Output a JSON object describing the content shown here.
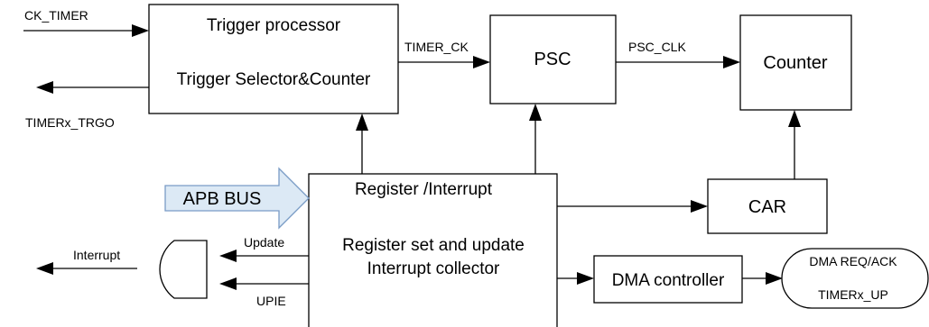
{
  "blocks": {
    "trigger_processor_title": "Trigger processor",
    "trigger_processor_sub": "Trigger Selector&Counter",
    "psc": "PSC",
    "counter": "Counter",
    "register_title": "Register /Interrupt",
    "register_line1": "Register set and update",
    "register_line2": "Interrupt collector",
    "car": "CAR",
    "dma_controller": "DMA controller",
    "dma_req_line1": "DMA REQ/ACK",
    "dma_req_line2": "TIMERx_UP",
    "apb_bus": "APB BUS"
  },
  "signals": {
    "ck_timer": "CK_TIMER",
    "timerx_trgo": "TIMERx_TRGO",
    "timer_ck": "TIMER_CK",
    "psc_clk": "PSC_CLK",
    "update": "Update",
    "upie": "UPIE",
    "interrupt": "Interrupt"
  },
  "colors": {
    "apb_arrow_fill": "#dce9f5",
    "apb_arrow_stroke": "#7a9cc6"
  }
}
